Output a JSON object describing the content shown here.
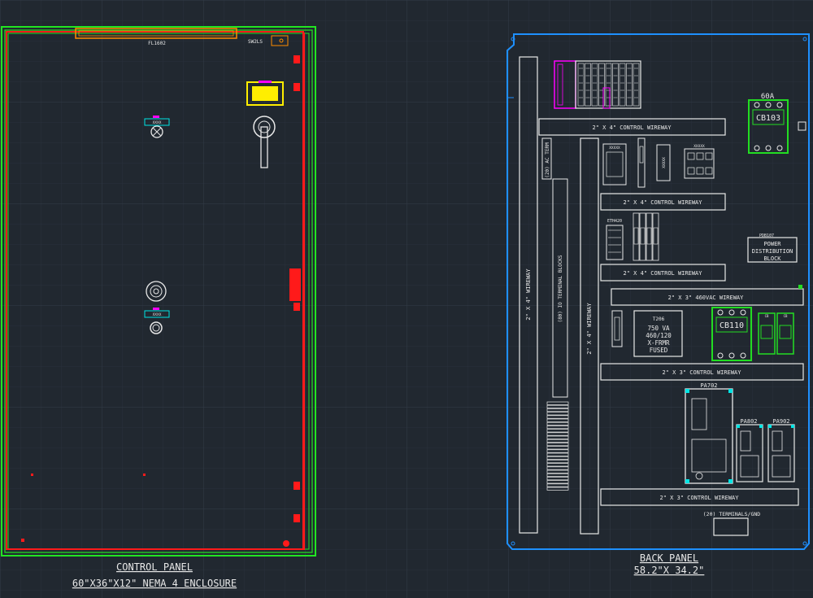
{
  "colors": {
    "background": "#212830",
    "grid_minor": "#2a323c",
    "grid_major": "#333c47",
    "enclosure_green": "#22e522",
    "door_red": "#ff1a1a",
    "fluorescent_orange": "#ff8c00",
    "wiring_blue": "#1e90ff",
    "device_white": "#e8e8e8",
    "selected_yellow": "#ffee00",
    "plc_magenta": "#ff00ff",
    "breaker_green": "#22dd22",
    "tag_cyan": "#00e5e5"
  },
  "control_panel": {
    "title": "CONTROL PANEL",
    "subtitle": "60\"X36\"X12\" NEMA 4 ENCLOSURE",
    "fluorescent_tag": "FL1602",
    "switch_tag": "SW2LS",
    "pilot_light_tag": "XXXX",
    "pushbutton_tag": "XXXX"
  },
  "back_panel": {
    "title": "BACK PANEL",
    "subtitle": "58.2\"X 34.2\"",
    "wireways": {
      "left_vertical": "2\" X 4\" WIREWAY",
      "right_vertical": "2\" X 4\" WIREWAY",
      "top_control": "2\" X 4\" CONTROL WIREWAY",
      "control_2": "2\" X 4\" CONTROL WIREWAY",
      "control_3": "2\" X 4\" CONTROL WIREWAY",
      "vac_460": "2\" X 3\" 460VAC WIREWAY",
      "control_4": "2\" X 3\" CONTROL WIREWAY",
      "bottom_control": "2\" X 3\" CONTROL WIREWAY"
    },
    "terminal_strip_label": "(20) AC TERM",
    "terminal_blocks_label": "(80) IO TERMINAL BLOCKS",
    "bottom_terminals_label": "(20) TERMINALS/GND",
    "breaker_cb103": {
      "rating": "60A",
      "tag": "CB103"
    },
    "breaker_cb110": {
      "tag": "CB110"
    },
    "distribution_block": {
      "tag": "PDB107",
      "line1": "POWER",
      "line2": "DISTRIBUTION",
      "line3": "BLOCK"
    },
    "transformer": {
      "tag": "T206",
      "line1": "750 VA",
      "line2": "460/120",
      "line3": "X-FRMR",
      "line4": "FUSED"
    },
    "relay_tag": "ETH420",
    "drives": {
      "large": "PA702",
      "small_left": "PA802",
      "small_right": "PA902"
    },
    "small_breaker_tags": [
      "CB",
      " CB"
    ],
    "device_tags": [
      "XXXXX",
      "XXXXX",
      "XXXXX"
    ]
  }
}
